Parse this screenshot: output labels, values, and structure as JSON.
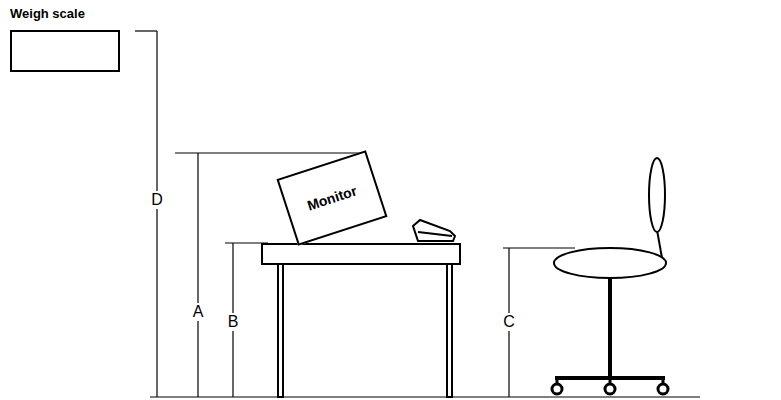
{
  "diagram": {
    "nodes": [
      {
        "text": [
          "Weigh scale"
        ]
      },
      {
        "text": [
          "Monitor"
        ]
      }
    ],
    "labels": [
      "D",
      "A",
      "B",
      "C"
    ]
  }
}
